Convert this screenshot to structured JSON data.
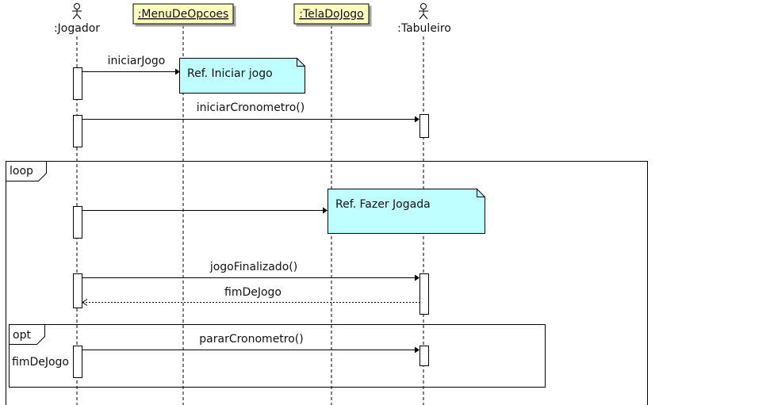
{
  "participants": [
    {
      "id": "jogador",
      "label": ":Jogador",
      "kind": "actor"
    },
    {
      "id": "menu",
      "label": ":MenuDeOpcoes",
      "kind": "object"
    },
    {
      "id": "tela",
      "label": ":TelaDoJogo",
      "kind": "object"
    },
    {
      "id": "tabuleiro",
      "label": ":Tabuleiro",
      "kind": "actor"
    }
  ],
  "messages": [
    {
      "id": "iniciar-jogo",
      "label": "iniciarJogo",
      "style": "sync"
    },
    {
      "id": "iniciar-cronometro",
      "label": "iniciarCronometro()",
      "style": "sync"
    },
    {
      "id": "fazer-jogada-call",
      "label": "",
      "style": "sync"
    },
    {
      "id": "jogo-finalizado",
      "label": "jogoFinalizado()",
      "style": "sync"
    },
    {
      "id": "fim-de-jogo",
      "label": "fimDeJogo",
      "style": "reply"
    },
    {
      "id": "parar-cronometro",
      "label": "pararCronometro()",
      "style": "sync"
    }
  ],
  "notes": [
    {
      "id": "ref-iniciar-jogo",
      "text": "Ref. Iniciar jogo"
    },
    {
      "id": "ref-fazer-jogada",
      "text": "Ref. Fazer Jogada"
    }
  ],
  "fragments": [
    {
      "id": "loop",
      "operator": "loop",
      "guard": ""
    },
    {
      "id": "opt",
      "operator": "opt",
      "guard": "fimDeJogo"
    }
  ],
  "colors": {
    "object_fill": "#ffffc0",
    "note_fill": "#c0ffff",
    "line": "#000000"
  }
}
